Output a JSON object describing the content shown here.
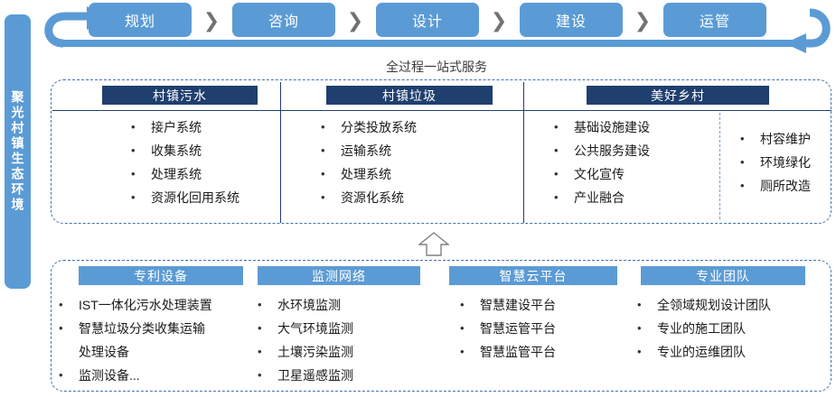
{
  "side_banner": {
    "label": "聚光村镇生态环境",
    "color": "#5B9BD5"
  },
  "flow": {
    "caption": "全过程一站式服务",
    "chevron_glyph": "❯",
    "box_color": "#5B9BD5",
    "chevron_color": "#767171",
    "steps": [
      {
        "label": "规划"
      },
      {
        "label": "咨询"
      },
      {
        "label": "设计"
      },
      {
        "label": "建设"
      },
      {
        "label": "运管"
      }
    ]
  },
  "middle_panel": {
    "header_color": "#1F3F6E",
    "columns": [
      {
        "title": "村镇污水",
        "items": [
          "接户系统",
          "收集系统",
          "处理系统",
          "资源化回用系统"
        ]
      },
      {
        "title": "村镇垃圾",
        "items": [
          "分类投放系统",
          "运输系统",
          "处理系统",
          "资源化系统"
        ]
      },
      {
        "title": "美好乡村",
        "items": [
          "基础设施建设",
          "公共服务建设",
          "文化宣传",
          "产业融合"
        ],
        "items_right": [
          "村容维护",
          "环境绿化",
          "厕所改造"
        ]
      }
    ]
  },
  "bottom_panel": {
    "header_color": "#5B9BD5",
    "columns": [
      {
        "title": "专利设备",
        "items": [
          {
            "text": "IST一体化污水处理装置",
            "bullet": true
          },
          {
            "text": "智慧垃圾分类收集运输",
            "bullet": true
          },
          {
            "text": "处理设备",
            "bullet": false
          },
          {
            "text": "监测设备...",
            "bullet": true
          }
        ]
      },
      {
        "title": "监测网络",
        "items": [
          {
            "text": "水环境监测",
            "bullet": true
          },
          {
            "text": "大气环境监测",
            "bullet": true
          },
          {
            "text": "土壤污染监测",
            "bullet": true
          },
          {
            "text": "卫星遥感监测",
            "bullet": true
          }
        ]
      },
      {
        "title": "智慧云平台",
        "items": [
          {
            "text": "智慧建设平台",
            "bullet": true
          },
          {
            "text": "智慧运管平台",
            "bullet": true
          },
          {
            "text": "智慧监管平台",
            "bullet": true
          }
        ]
      },
      {
        "title": "专业团队",
        "items": [
          {
            "text": "全领域规划设计团队",
            "bullet": true
          },
          {
            "text": "专业的施工团队",
            "bullet": true
          },
          {
            "text": "专业的运维团队",
            "bullet": true
          }
        ]
      }
    ]
  },
  "connector": {
    "name": "up-arrow",
    "stroke": "#808080"
  }
}
